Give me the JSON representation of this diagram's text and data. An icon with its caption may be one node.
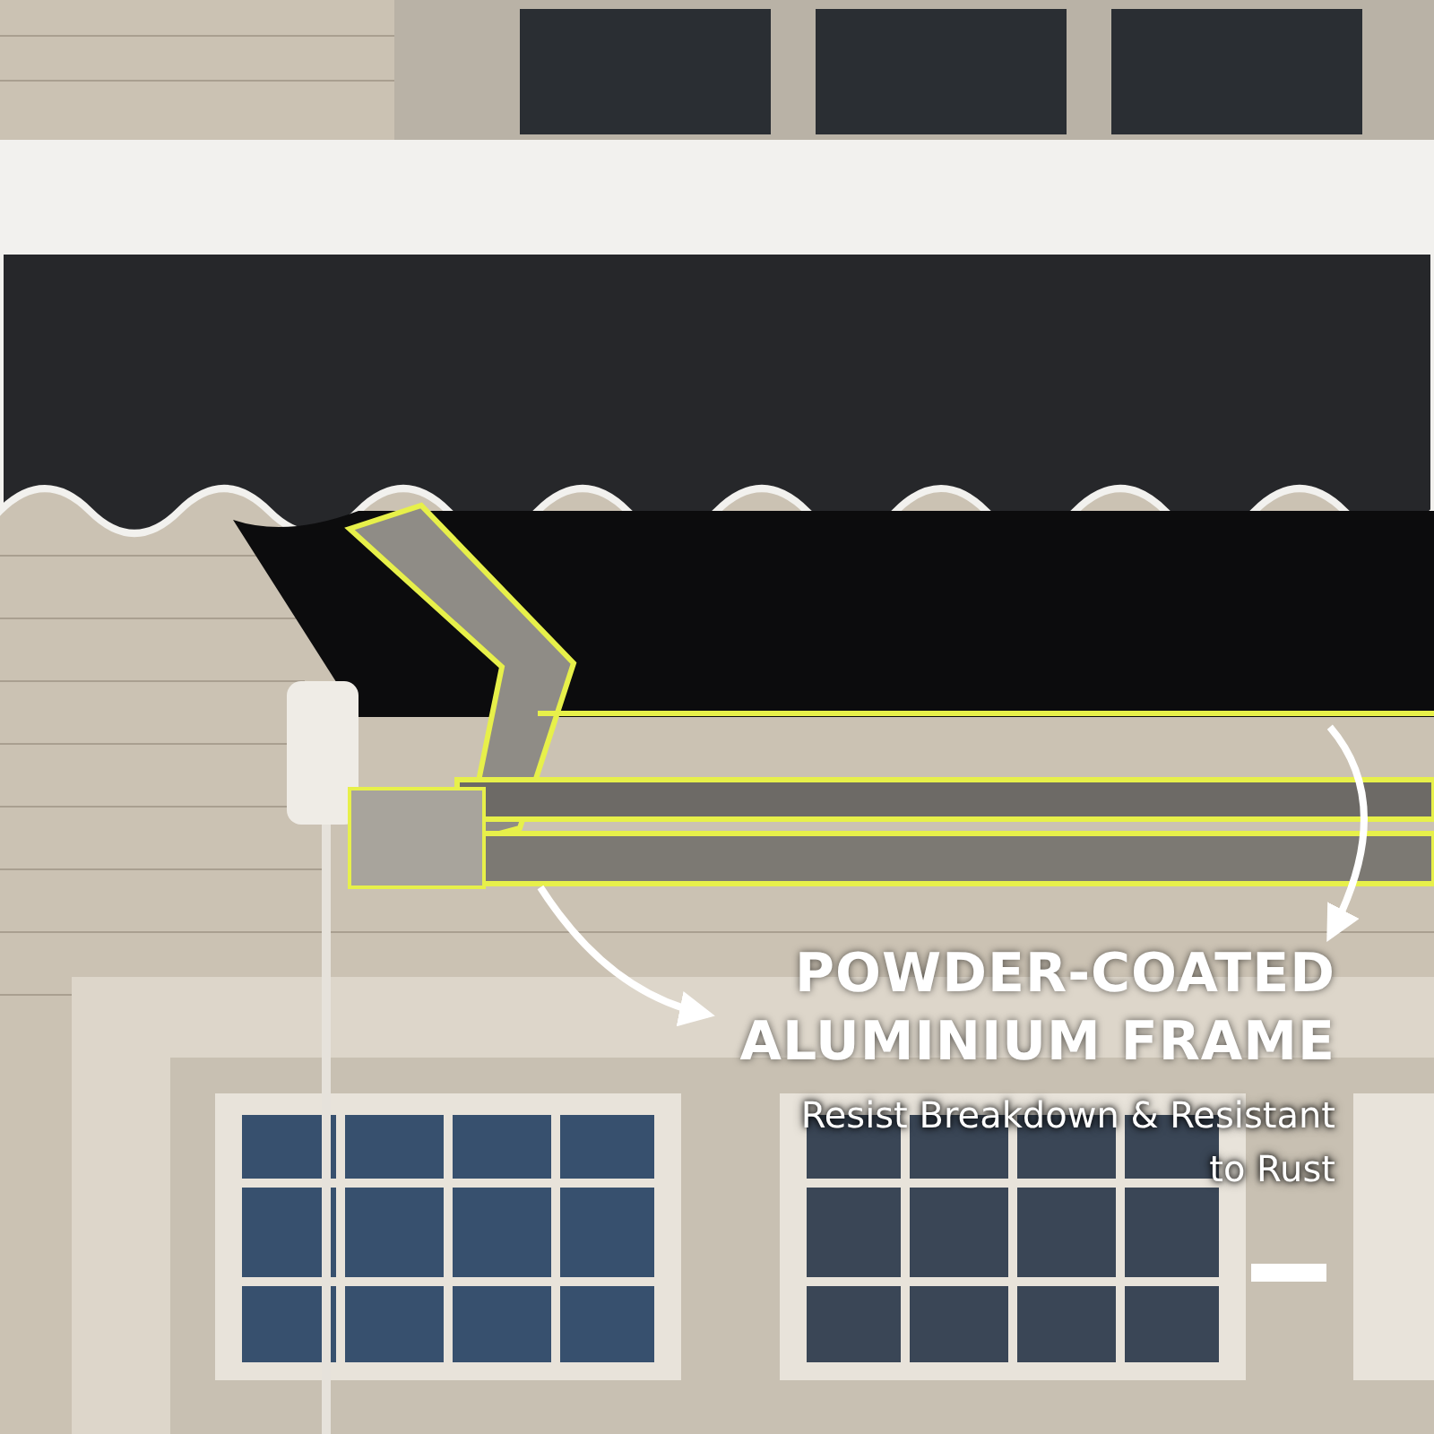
{
  "diagram": {
    "nodes": [
      {
        "text": [
          "POWDER-COATED ALUMINIUM FRAME",
          "Resist Breakdown & Resistant to Rust"
        ]
      },
      {
        "text": [],
        "shape": "picture"
      }
    ],
    "edges": [
      {
        "from": 1,
        "to": 0,
        "arrow": "to"
      },
      {
        "from": 1,
        "to": 0,
        "arrow": "to"
      }
    ]
  }
}
